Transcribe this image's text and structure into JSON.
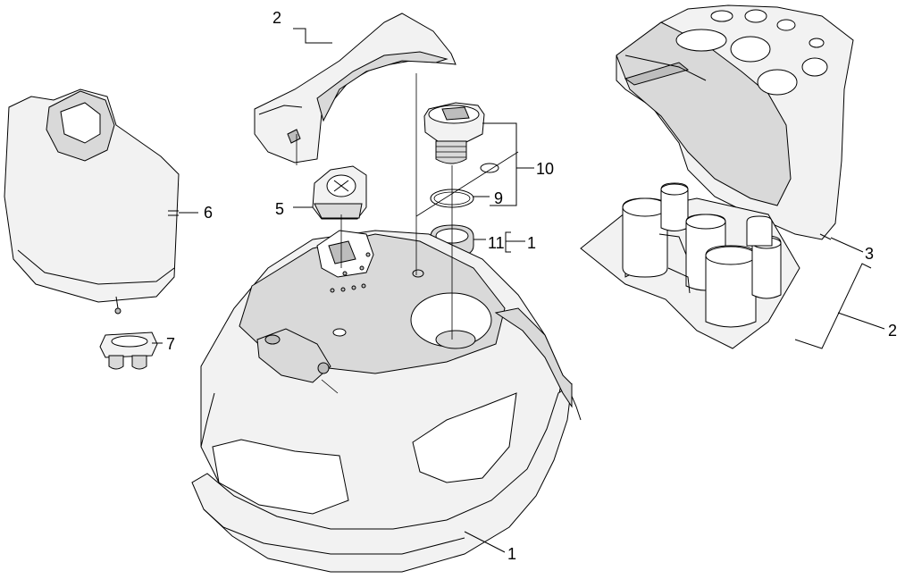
{
  "callouts": {
    "c2_top": "2",
    "c10": "10",
    "c5": "5",
    "c9": "9",
    "c6": "6",
    "c11": "11",
    "c1_right": "1",
    "c7": "7",
    "c3": "3",
    "c2_right": "2",
    "c1_bottom": "1"
  },
  "colors": {
    "line": "#000000",
    "part_fill": "#f2f2f2",
    "shade": "#d9d9d9"
  }
}
